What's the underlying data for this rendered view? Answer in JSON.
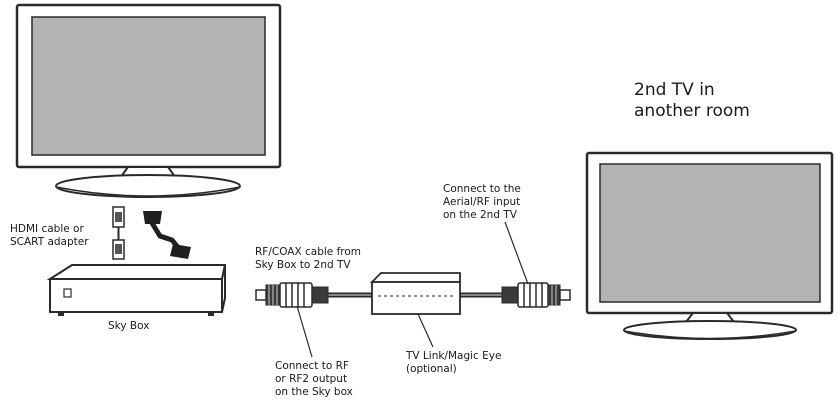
{
  "labels": {
    "second_tv": "2nd TV in\nanother room",
    "hdmi": "HDMI cable or\nSCART adapter",
    "rf_cable": "RF/COAX cable from\nSky Box to 2nd TV",
    "connect_aerial": "Connect to the\nAerial/RF input\non the 2nd TV",
    "sky_box": "Sky Box",
    "connect_rf": "Connect to RF\nor RF2 output\non the Sky box",
    "tv_link": "TV Link/Magic Eye\n(optional)"
  },
  "colors": {
    "outline": "#2a2a2a",
    "screen": "#b3b3b3",
    "cable": "#555555"
  }
}
